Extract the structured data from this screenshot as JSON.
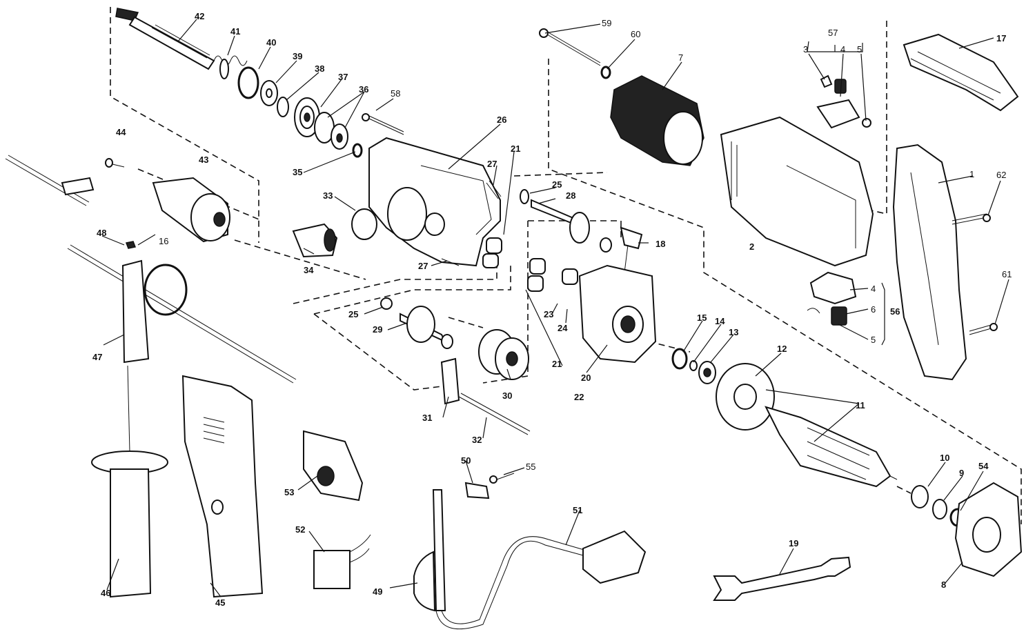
{
  "labels": {
    "p1": "1",
    "p2": "2",
    "p3": "3",
    "p4a": "4",
    "p4b": "4",
    "p5a": "5",
    "p5b": "5",
    "p6": "6",
    "p7": "7",
    "p8": "8",
    "p9": "9",
    "p10": "10",
    "p11": "11",
    "p12": "12",
    "p13": "13",
    "p14": "14",
    "p15": "15",
    "p16": "16",
    "p17": "17",
    "p18": "18",
    "p19": "19",
    "p20": "20",
    "p21a": "21",
    "p21b": "21",
    "p22": "22",
    "p23": "23",
    "p24": "24",
    "p25a": "25",
    "p25b": "25",
    "p26": "26",
    "p27a": "27",
    "p27b": "27",
    "p28": "28",
    "p29": "29",
    "p30": "30",
    "p31": "31",
    "p32": "32",
    "p33": "33",
    "p34": "34",
    "p35": "35",
    "p36": "36",
    "p37": "37",
    "p38": "38",
    "p39": "39",
    "p40": "40",
    "p41": "41",
    "p42": "42",
    "p43": "43",
    "p44": "44",
    "p45": "45",
    "p46": "46",
    "p47": "47",
    "p48": "48",
    "p49": "49",
    "p50": "50",
    "p51": "51",
    "p52": "52",
    "p53": "53",
    "p54": "54",
    "p55": "55",
    "p56": "56",
    "p57": "57",
    "p58": "58",
    "p59": "59",
    "p60": "60",
    "p61": "61",
    "p62": "62"
  },
  "colors": {
    "ink": "#111111",
    "paper": "#ffffff"
  }
}
